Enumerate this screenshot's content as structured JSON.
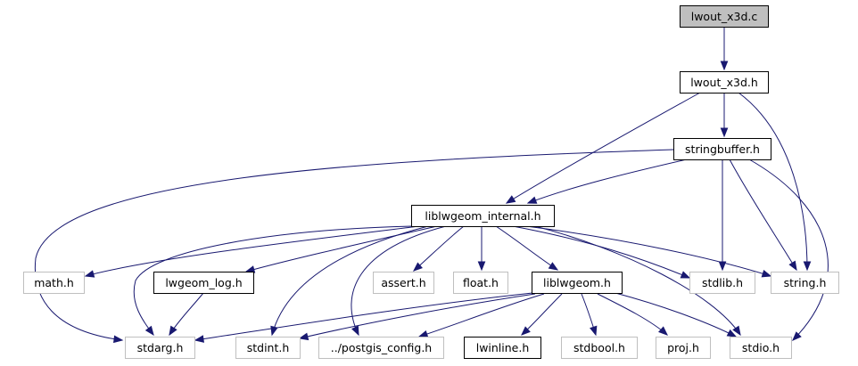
{
  "diagram": {
    "colors": {
      "edge": "#191970",
      "root_fill": "#bfbfbf",
      "normal_border": "#000000",
      "external_border": "#bfbfbf",
      "text": "#000000"
    },
    "nodes": [
      {
        "id": "lwout_x3d_c",
        "label": "lwout_x3d.c",
        "style": "root"
      },
      {
        "id": "lwout_x3d_h",
        "label": "lwout_x3d.h",
        "style": "normal"
      },
      {
        "id": "stringbuffer_h",
        "label": "stringbuffer.h",
        "style": "normal"
      },
      {
        "id": "liblwgeom_internal_h",
        "label": "liblwgeom_internal.h",
        "style": "normal"
      },
      {
        "id": "math_h",
        "label": "math.h",
        "style": "external"
      },
      {
        "id": "lwgeom_log_h",
        "label": "lwgeom_log.h",
        "style": "normal"
      },
      {
        "id": "assert_h",
        "label": "assert.h",
        "style": "external"
      },
      {
        "id": "float_h",
        "label": "float.h",
        "style": "external"
      },
      {
        "id": "liblwgeom_h",
        "label": "liblwgeom.h",
        "style": "normal"
      },
      {
        "id": "stdlib_h",
        "label": "stdlib.h",
        "style": "external"
      },
      {
        "id": "string_h",
        "label": "string.h",
        "style": "external"
      },
      {
        "id": "stdarg_h",
        "label": "stdarg.h",
        "style": "external"
      },
      {
        "id": "stdint_h",
        "label": "stdint.h",
        "style": "external"
      },
      {
        "id": "postgis_config_h",
        "label": "../postgis_config.h",
        "style": "external"
      },
      {
        "id": "lwinline_h",
        "label": "lwinline.h",
        "style": "normal"
      },
      {
        "id": "stdbool_h",
        "label": "stdbool.h",
        "style": "external"
      },
      {
        "id": "proj_h",
        "label": "proj.h",
        "style": "external"
      },
      {
        "id": "stdio_h",
        "label": "stdio.h",
        "style": "external"
      }
    ],
    "edges": [
      {
        "from": "lwout_x3d_c",
        "to": "lwout_x3d_h"
      },
      {
        "from": "lwout_x3d_h",
        "to": "liblwgeom_internal_h"
      },
      {
        "from": "lwout_x3d_h",
        "to": "stringbuffer_h"
      },
      {
        "from": "lwout_x3d_h",
        "to": "string_h"
      },
      {
        "from": "stringbuffer_h",
        "to": "liblwgeom_internal_h"
      },
      {
        "from": "stringbuffer_h",
        "to": "stdarg_h"
      },
      {
        "from": "stringbuffer_h",
        "to": "stdlib_h"
      },
      {
        "from": "stringbuffer_h",
        "to": "string_h"
      },
      {
        "from": "stringbuffer_h",
        "to": "stdio_h"
      },
      {
        "from": "liblwgeom_internal_h",
        "to": "math_h"
      },
      {
        "from": "liblwgeom_internal_h",
        "to": "lwgeom_log_h"
      },
      {
        "from": "liblwgeom_internal_h",
        "to": "stdarg_h"
      },
      {
        "from": "liblwgeom_internal_h",
        "to": "stdint_h"
      },
      {
        "from": "liblwgeom_internal_h",
        "to": "postgis_config_h"
      },
      {
        "from": "liblwgeom_internal_h",
        "to": "assert_h"
      },
      {
        "from": "liblwgeom_internal_h",
        "to": "float_h"
      },
      {
        "from": "liblwgeom_internal_h",
        "to": "liblwgeom_h"
      },
      {
        "from": "liblwgeom_internal_h",
        "to": "stdlib_h"
      },
      {
        "from": "liblwgeom_internal_h",
        "to": "string_h"
      },
      {
        "from": "liblwgeom_internal_h",
        "to": "stdio_h"
      },
      {
        "from": "lwgeom_log_h",
        "to": "stdarg_h"
      },
      {
        "from": "liblwgeom_h",
        "to": "stdarg_h"
      },
      {
        "from": "liblwgeom_h",
        "to": "stdint_h"
      },
      {
        "from": "liblwgeom_h",
        "to": "postgis_config_h"
      },
      {
        "from": "liblwgeom_h",
        "to": "lwinline_h"
      },
      {
        "from": "liblwgeom_h",
        "to": "stdbool_h"
      },
      {
        "from": "liblwgeom_h",
        "to": "proj_h"
      },
      {
        "from": "liblwgeom_h",
        "to": "stdio_h"
      }
    ]
  }
}
